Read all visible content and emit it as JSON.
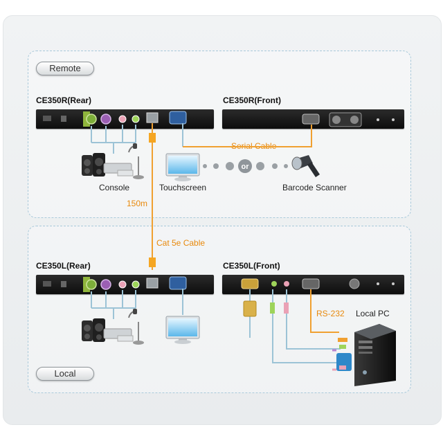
{
  "sections": {
    "remote": "Remote",
    "local": "Local"
  },
  "devices": {
    "remote_rear": "CE350R(Rear)",
    "remote_front": "CE350R(Front)",
    "local_rear": "CE350L(Rear)",
    "local_front": "CE350L(Front)"
  },
  "labels": {
    "console": "Console",
    "touchscreen": "Touchscreen",
    "barcode_scanner": "Barcode Scanner",
    "local_pc": "Local PC",
    "or": "or"
  },
  "cables": {
    "serial": "Serial Cable",
    "distance": "150m",
    "cat5e": "Cat 5e Cable",
    "rs232": "RS-232"
  },
  "colors": {
    "cable_orange": "#f0a030",
    "cable_blue": "#9cc3d6",
    "zone_border": "#a9c9da",
    "label_orange": "#e8890c"
  }
}
